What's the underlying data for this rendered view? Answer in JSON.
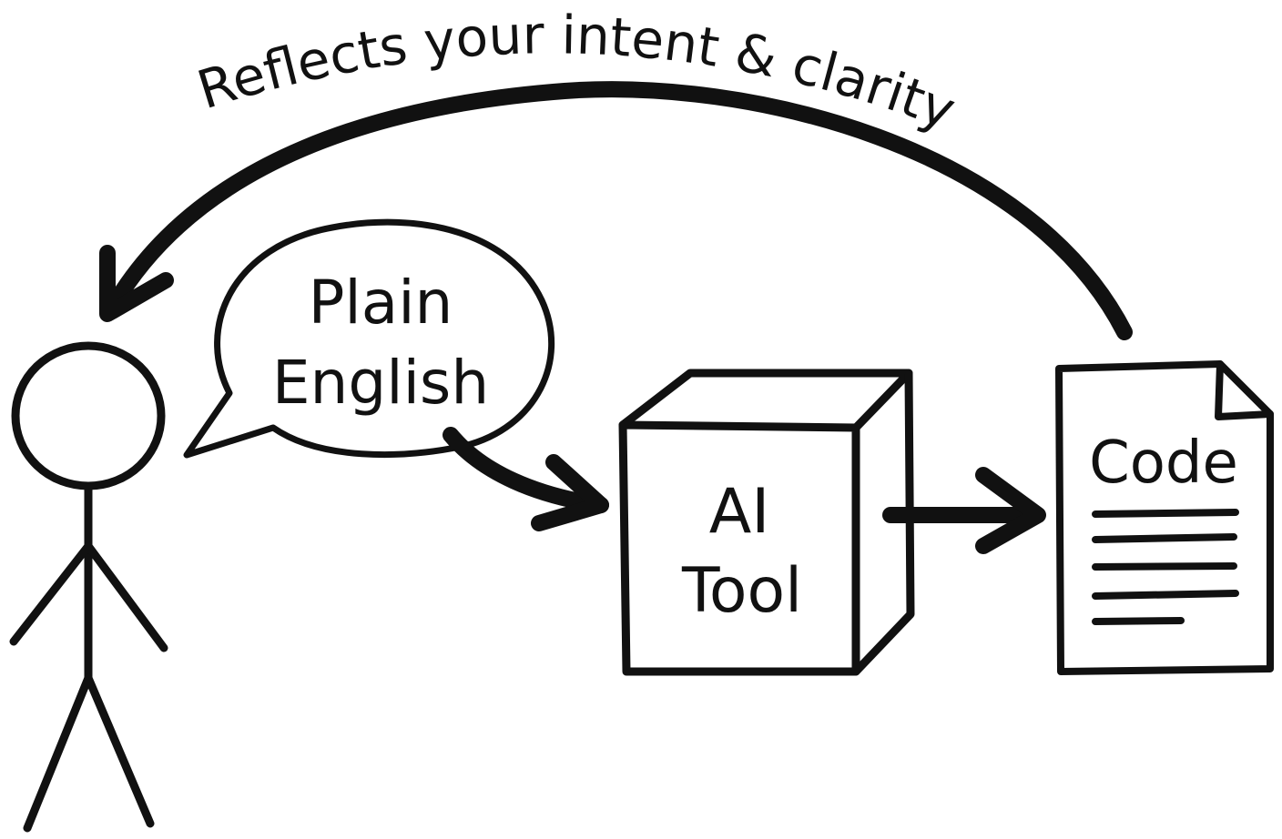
{
  "diagram": {
    "feedback_label": "Reflects your intent & clarity",
    "speech_bubble": {
      "line1": "Plain",
      "line2": "English"
    },
    "ai_tool": {
      "line1": "AI",
      "line2": "Tool"
    },
    "document": {
      "label": "Code",
      "text_lines": 5
    },
    "ink_color": "#111111"
  }
}
